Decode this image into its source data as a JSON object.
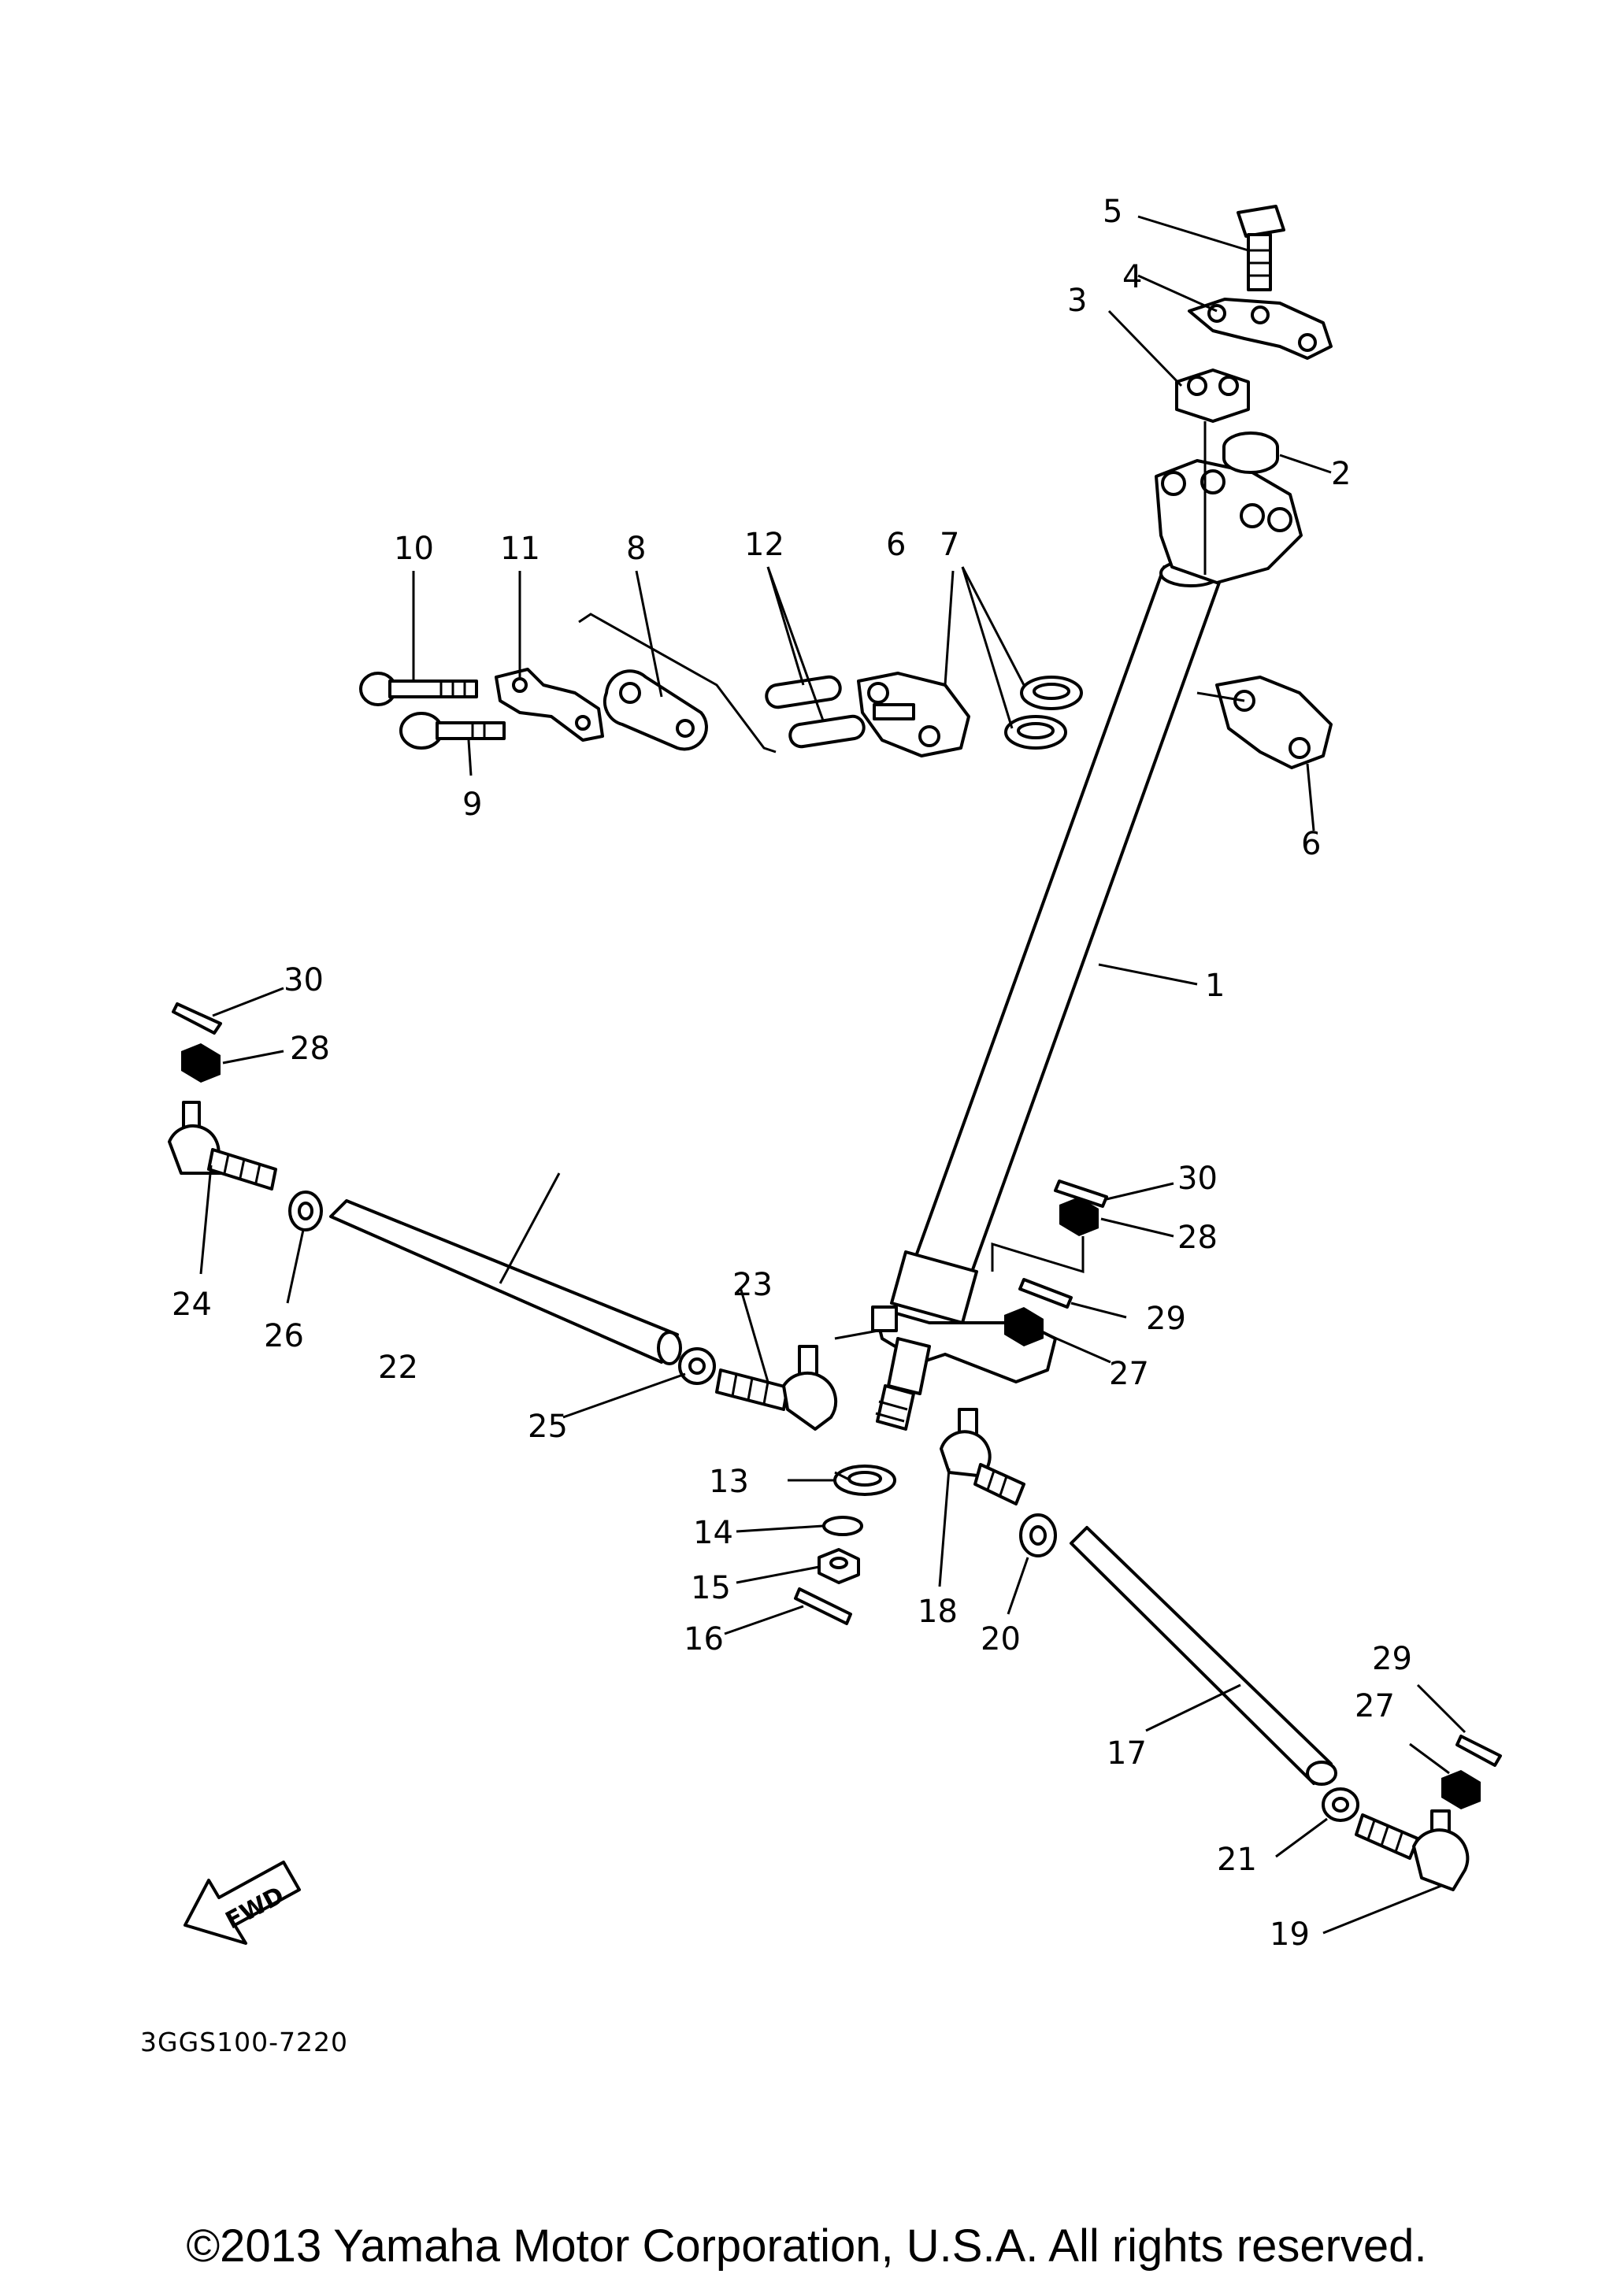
{
  "callouts": {
    "c1": "1",
    "c2": "2",
    "c3": "3",
    "c4": "4",
    "c5": "5",
    "c6a": "6",
    "c6b": "6",
    "c7": "7",
    "c8": "8",
    "c9": "9",
    "c10": "10",
    "c11": "11",
    "c12": "12",
    "c13": "13",
    "c14": "14",
    "c15": "15",
    "c16": "16",
    "c17": "17",
    "c18": "18",
    "c19": "19",
    "c20": "20",
    "c21": "21",
    "c22": "22",
    "c23": "23",
    "c24": "24",
    "c25": "25",
    "c26": "26",
    "c27a": "27",
    "c27b": "27",
    "c28a": "28",
    "c28b": "28",
    "c29a": "29",
    "c29b": "29",
    "c30a": "30",
    "c30b": "30"
  },
  "fwd_label": "FWD",
  "diagram_code": "3GGS100-7220",
  "copyright": "©2013 Yamaha Motor Corporation, U.S.A. All rights reserved."
}
